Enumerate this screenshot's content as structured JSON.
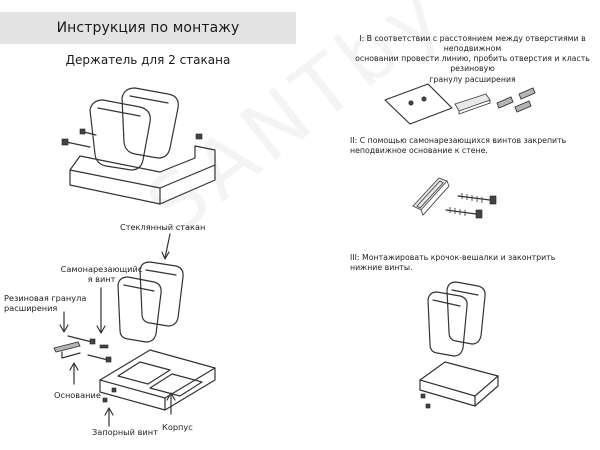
{
  "header": {
    "title": "Инструкция по монтажу"
  },
  "subtitle": "Держатель для 2 стакана",
  "labels": {
    "glass": "Стеклянный стакан",
    "screw": "Самонарезающийс\nя винт",
    "granule": "Резиновая гранула\nрасширения",
    "base": "Основание",
    "lock_screw": "Запорный винт",
    "body": "Корпус"
  },
  "steps": {
    "step1": "I: В соответствии с расстоянием между отверстиями в неподвижном\nосновании провести линию, пробить отверстия и класть резиновую\nгранулу расширения",
    "step2": "II: С помощью самонарезающихся винтов закрепить\nнеподвижное основание к стене.",
    "step3": "III: Монтажировать крочок-вешалки и законтрить\nнижние винты."
  },
  "watermark": "SANTby"
}
